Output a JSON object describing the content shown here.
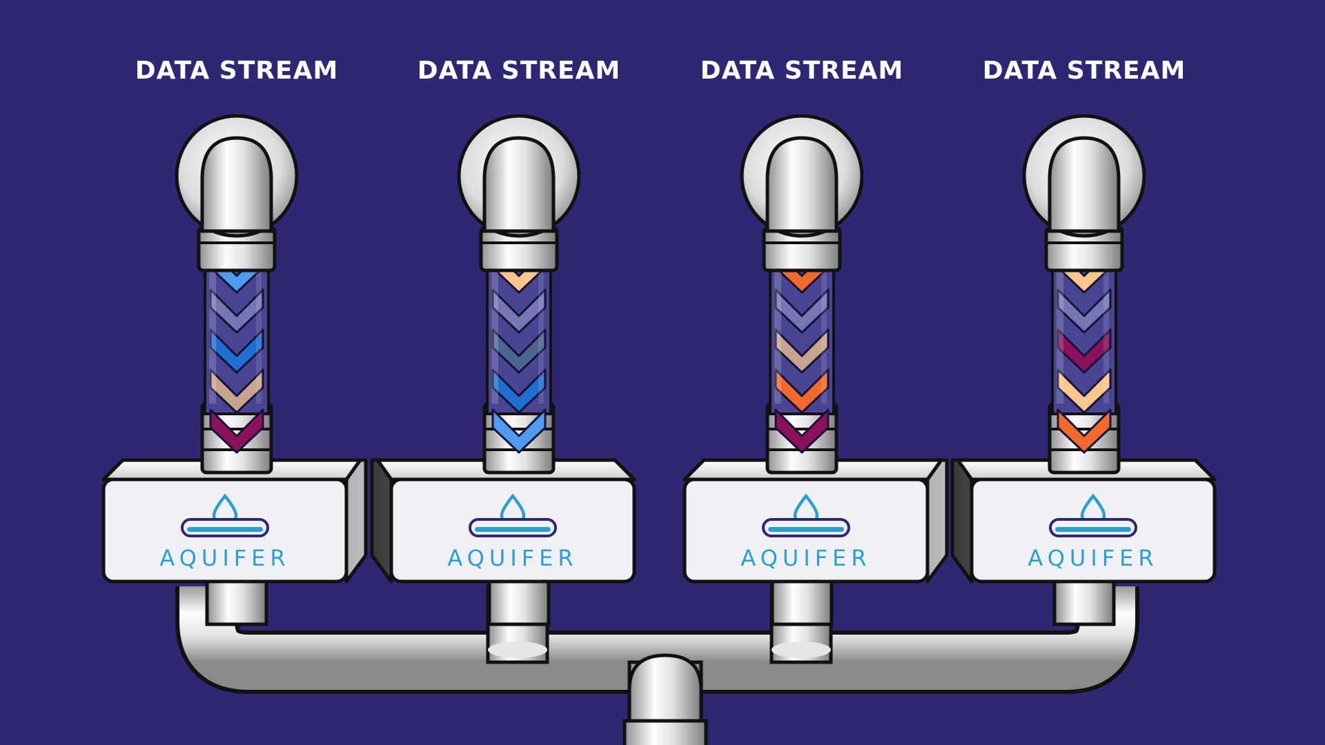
{
  "colors": {
    "background": "#2e2774",
    "pipe_outline": "#111111",
    "brand": "#2a9fd6",
    "brand_dark": "#2e2774"
  },
  "streams": [
    {
      "label": "DATA STREAM",
      "chevrons": [
        "#4f9bf2",
        "#7576b3",
        "#1f6fd1",
        "#c9a48d",
        "#8c1158"
      ]
    },
    {
      "label": "DATA STREAM",
      "chevrons": [
        "#ffc58a",
        "#7576b3",
        "#4c6690",
        "#1f6fd1",
        "#4f9bf2"
      ]
    },
    {
      "label": "DATA STREAM",
      "chevrons": [
        "#f26a2a",
        "#7576b3",
        "#c9a48d",
        "#f26a2a",
        "#8c1158"
      ]
    },
    {
      "label": "DATA STREAM",
      "chevrons": [
        "#ffc58a",
        "#7576b3",
        "#8c1158",
        "#ffc58a",
        "#f26a2a"
      ]
    }
  ],
  "aquifers": [
    {
      "brand": "AQUIFER",
      "icon": "water-drop-icon"
    },
    {
      "brand": "AQUIFER",
      "icon": "water-drop-icon"
    },
    {
      "brand": "AQUIFER",
      "icon": "water-drop-icon"
    },
    {
      "brand": "AQUIFER",
      "icon": "water-drop-icon"
    }
  ]
}
